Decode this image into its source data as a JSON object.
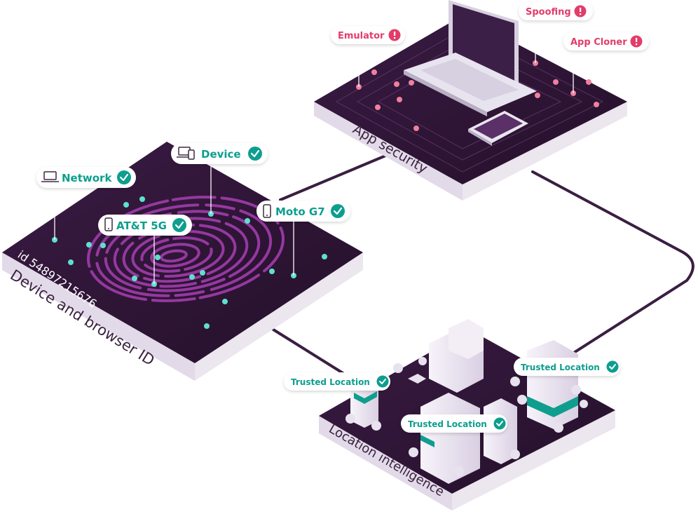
{
  "platforms": {
    "device": {
      "label": "Device and browser ID",
      "id_text": "id 54897215676",
      "tags": [
        {
          "label": "Network",
          "icon": "laptop-icon",
          "status": "check-icon"
        },
        {
          "label": "Device",
          "icon": "devices-icon",
          "status": "check-icon"
        },
        {
          "label": "AT&T 5G",
          "icon": "phone-icon",
          "status": "check-icon"
        },
        {
          "label": "Moto G7",
          "icon": "phone-icon",
          "status": "check-icon"
        }
      ]
    },
    "app": {
      "label": "App security",
      "tags": [
        {
          "label": "Emulator",
          "status": "alert-icon"
        },
        {
          "label": "Spoofing",
          "status": "alert-icon"
        },
        {
          "label": "App Cloner",
          "status": "alert-icon"
        }
      ]
    },
    "location": {
      "label": "Location intelligence",
      "tags": [
        {
          "label": "Trusted Location",
          "status": "check-icon"
        },
        {
          "label": "Trusted Location",
          "status": "check-icon"
        },
        {
          "label": "Trusted Location",
          "status": "check-icon"
        }
      ]
    }
  },
  "colors": {
    "platform_top": "#2e1535",
    "platform_side": "#ece6ef",
    "teal": "#0f9e8e",
    "pink": "#e23d6a",
    "fingerprint": "#9b3aa6",
    "connector": "#3a1f42"
  }
}
